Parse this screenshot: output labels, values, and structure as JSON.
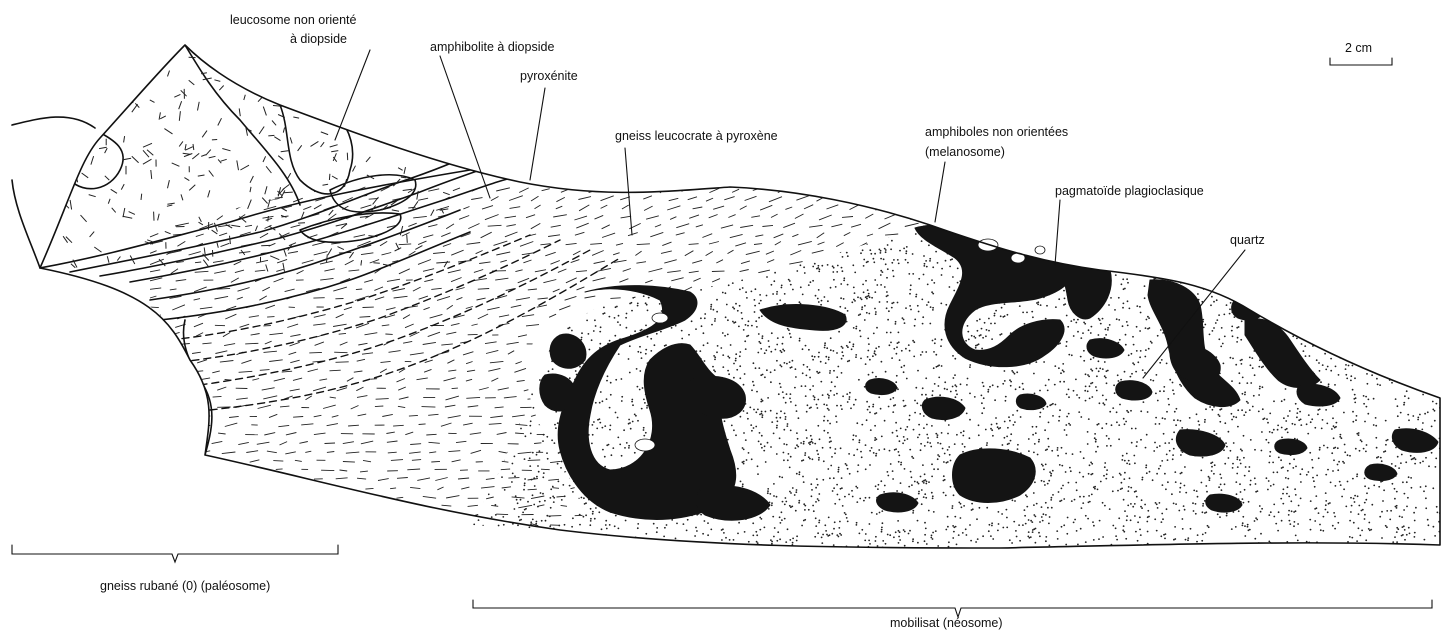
{
  "labels": {
    "leucosome_line1": "leucosome non orienté",
    "leucosome_line2": "à diopside",
    "amphibolite": "amphibolite à diopside",
    "pyroxenite": "pyroxénite",
    "gneiss_leucocrate": "gneiss leucocrate à pyroxène",
    "amphiboles_line1": "amphiboles non orientées",
    "amphiboles_line2": "(melanosome)",
    "pegmatoide": "pagmatoïde plagioclasique",
    "quartz": "quartz",
    "scale": "2 cm",
    "paleosome_bracket": "gneiss rubané (0) (paléosome)",
    "neosome_bracket": "mobilisat (néosome)"
  },
  "colors": {
    "ink": "#111111",
    "paper": "#ffffff"
  }
}
